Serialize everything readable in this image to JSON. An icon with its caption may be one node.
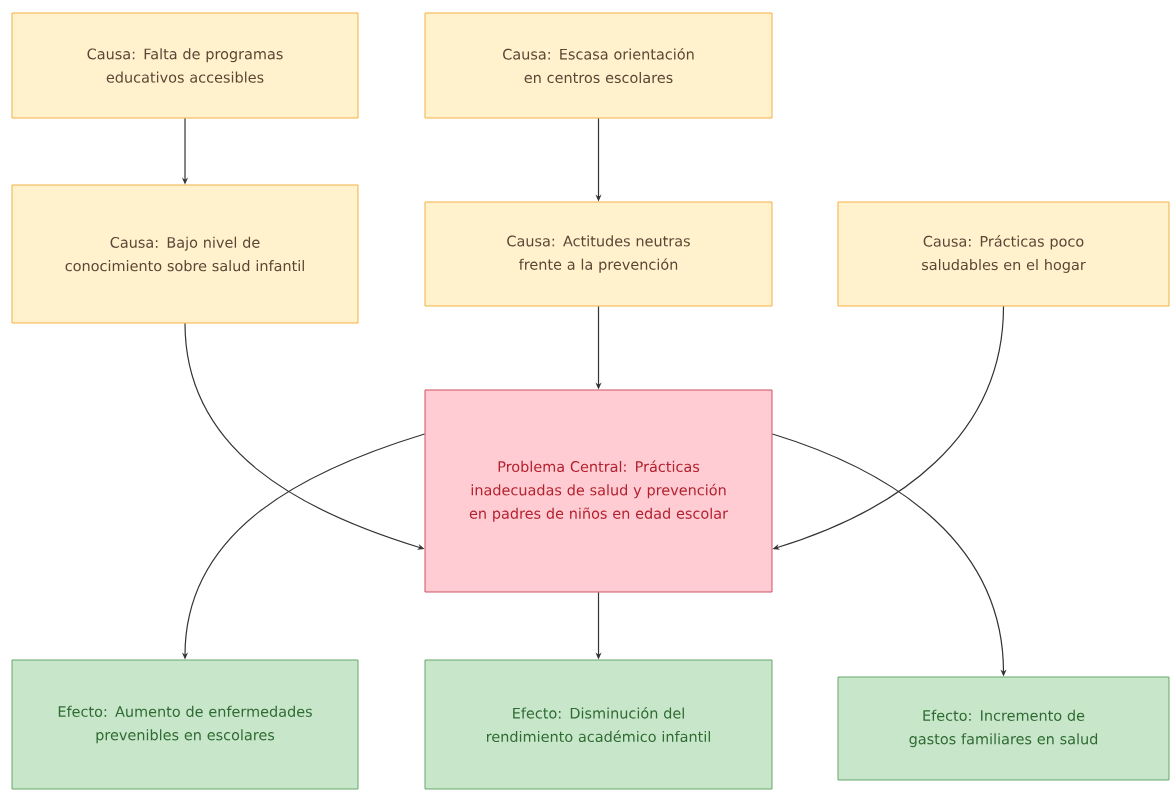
{
  "diagram": {
    "nodes": [
      {
        "text": [
          "Causa: Falta de programas educativos accesibles"
        ]
      },
      {
        "text": [
          "Causa: Bajo nivel de conocimiento sobre salud infantil"
        ]
      },
      {
        "text": [
          "Causa: Escasa orientación en centros escolares"
        ]
      },
      {
        "text": [
          "Causa: Actitudes neutras frente a la prevención"
        ]
      },
      {
        "text": [
          "Causa: Prácticas poco saludables en el hogar"
        ]
      },
      {
        "text": [
          "Problema Central: Prácticas inadecuadas de salud y prevención en padres de niños en edad escolar"
        ]
      },
      {
        "text": [
          "Efecto: Aumento de enfermedades prevenibles en escolares"
        ]
      },
      {
        "text": [
          "Efecto: Disminución del rendimiento académico infantil"
        ]
      },
      {
        "text": [
          "Efecto: Incremento de gastos familiares en salud"
        ]
      }
    ],
    "edges": [
      {
        "from": 0,
        "to": 1,
        "arrow": "to"
      },
      {
        "from": 2,
        "to": 3,
        "arrow": "to"
      },
      {
        "from": 1,
        "to": 5,
        "arrow": "to"
      },
      {
        "from": 3,
        "to": 5,
        "arrow": "to"
      },
      {
        "from": 4,
        "to": 5,
        "arrow": "to"
      },
      {
        "from": 5,
        "to": 6,
        "arrow": "to"
      },
      {
        "from": 5,
        "to": 7,
        "arrow": "to"
      },
      {
        "from": 5,
        "to": 8,
        "arrow": "to"
      }
    ]
  }
}
